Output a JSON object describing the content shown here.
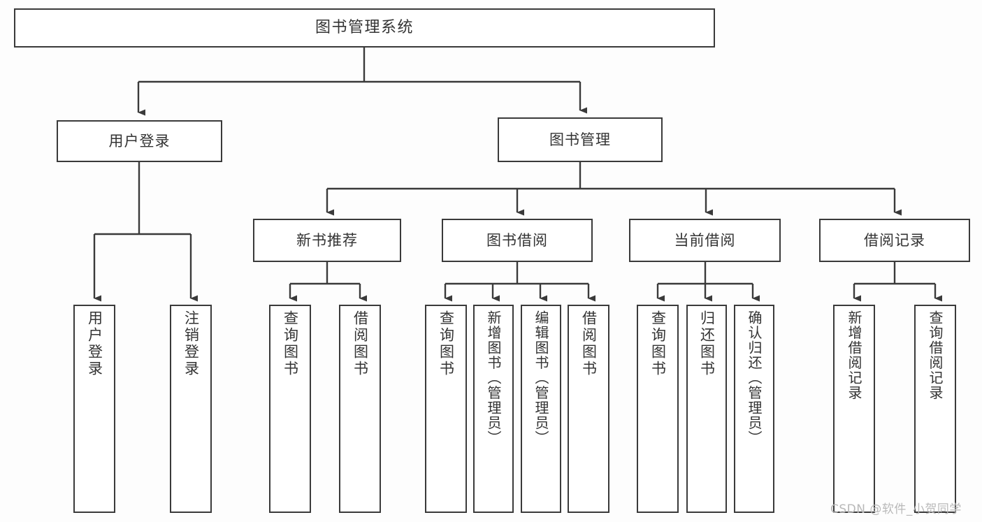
{
  "diagram": {
    "type": "tree-hierarchy-flowchart",
    "title": "图书管理系统",
    "colors": {
      "background": "#fdfdfd",
      "node_fill": "#ffffff",
      "stroke": "#3a3a3a",
      "text": "#333333",
      "watermark": "#b9b9b9"
    },
    "levels": {
      "root": {
        "label": "图书管理系统"
      },
      "level2": [
        {
          "label": "用户登录"
        },
        {
          "label": "图书管理"
        }
      ],
      "level3": [
        {
          "label": "新书推荐"
        },
        {
          "label": "图书借阅"
        },
        {
          "label": "当前借阅"
        },
        {
          "label": "借阅记录"
        }
      ],
      "leaves": {
        "user_login_children": [
          {
            "label": "用户登录"
          },
          {
            "label": "注销登录"
          }
        ],
        "new_book_children": [
          {
            "label": "查询图书"
          },
          {
            "label": "借阅图书"
          }
        ],
        "book_borrow_children": [
          {
            "label": "查询图书"
          },
          {
            "label": "新增图书（管理员）"
          },
          {
            "label": "编辑图书（管理员）"
          },
          {
            "label": "借阅图书"
          }
        ],
        "current_borrow_children": [
          {
            "label": "查询图书"
          },
          {
            "label": "归还图书"
          },
          {
            "label": "确认归还（管理员）"
          }
        ],
        "borrow_record_children": [
          {
            "label": "新增借阅记录"
          },
          {
            "label": "查询借阅记录"
          }
        ]
      }
    },
    "watermark": "CSDN @软件_小贺同学"
  }
}
